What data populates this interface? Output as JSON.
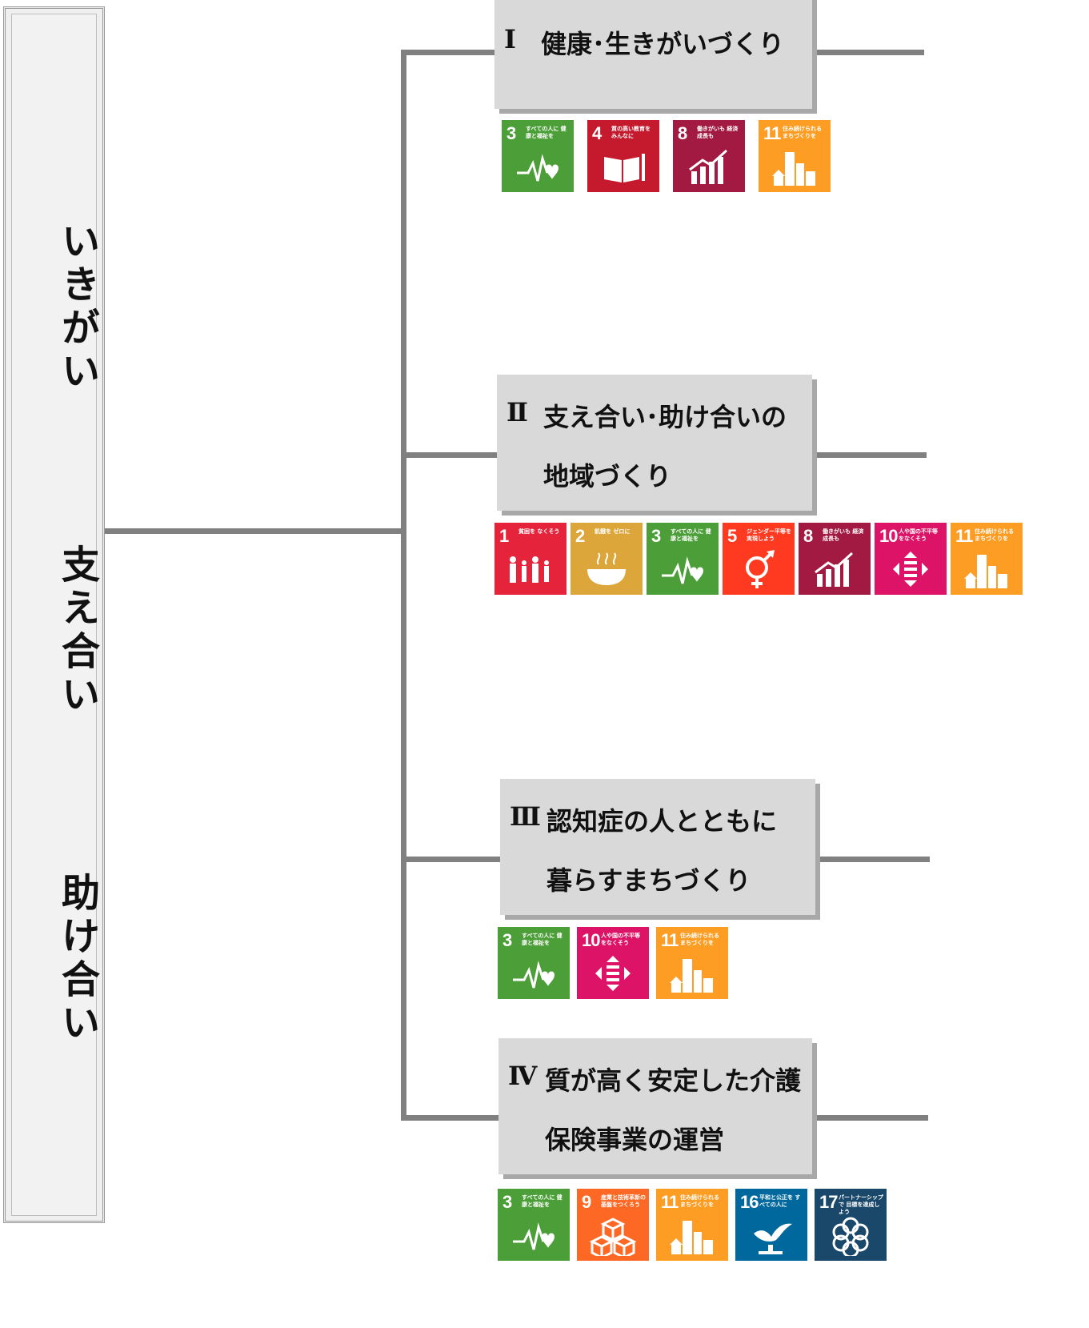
{
  "banner": {
    "words": [
      "いきがい",
      "支え合い",
      "助け合い"
    ]
  },
  "categories": [
    {
      "numeral": "Ⅰ",
      "line1": "健康･生きがいづくり",
      "line2": ""
    },
    {
      "numeral": "Ⅱ",
      "line1": "支え合い･助け合いの",
      "line2": "地域づくり"
    },
    {
      "numeral": "Ⅲ",
      "line1": "認知症の人とともに",
      "line2": "暮らすまちづくり"
    },
    {
      "numeral": "Ⅳ",
      "line1": "質が高く安定した介護",
      "line2": "保険事業の運営"
    }
  ],
  "sdg_goals": {
    "1": {
      "number": "1",
      "caption": "貧困を なくそう",
      "color": "#e5243b",
      "icon": "family-icon"
    },
    "2": {
      "number": "2",
      "caption": "飢餓を ゼロに",
      "color": "#dda63a",
      "icon": "bowl-icon"
    },
    "3": {
      "number": "3",
      "caption": "すべての人に 健康と福祉を",
      "color": "#4c9f38",
      "icon": "heartbeat-icon"
    },
    "4": {
      "number": "4",
      "caption": "質の高い教育を みんなに",
      "color": "#c5192d",
      "icon": "book-icon"
    },
    "5": {
      "number": "5",
      "caption": "ジェンダー平等を 実現しよう",
      "color": "#ff3a21",
      "icon": "gender-icon"
    },
    "8": {
      "number": "8",
      "caption": "働きがいも 経済成長も",
      "color": "#a21942",
      "icon": "growth-chart-icon"
    },
    "9": {
      "number": "9",
      "caption": "産業と技術革新の 基盤をつくろう",
      "color": "#fd6925",
      "icon": "cubes-icon"
    },
    "10": {
      "number": "10",
      "caption": "人や国の不平等 をなくそう",
      "color": "#dd1367",
      "icon": "equality-arrows-icon"
    },
    "11": {
      "number": "11",
      "caption": "住み続けられる まちづくりを",
      "color": "#fd9d24",
      "icon": "city-icon"
    },
    "16": {
      "number": "16",
      "caption": "平和と公正を すべての人に",
      "color": "#00689d",
      "icon": "dove-icon"
    },
    "17": {
      "number": "17",
      "caption": "パートナーシップで 目標を達成しよう",
      "color": "#19486a",
      "icon": "flower-ring-icon"
    }
  },
  "category_goals": [
    [
      "3",
      "4",
      "8",
      "11"
    ],
    [
      "1",
      "2",
      "3",
      "5",
      "8",
      "10",
      "11"
    ],
    [
      "3",
      "10",
      "11"
    ],
    [
      "3",
      "9",
      "11",
      "16",
      "17"
    ]
  ]
}
